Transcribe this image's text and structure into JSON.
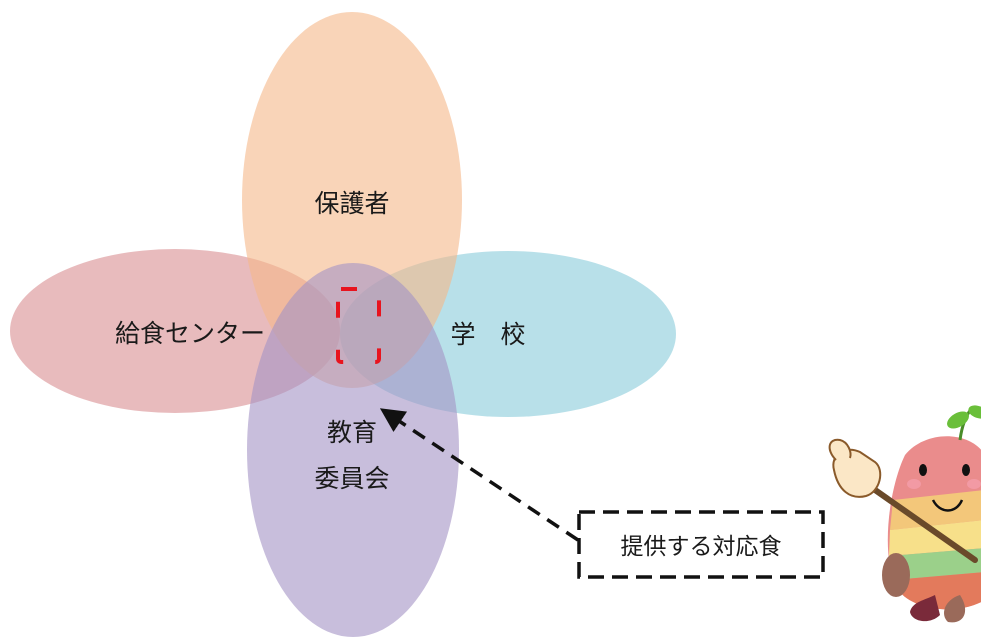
{
  "diagram": {
    "circles": {
      "top": {
        "label": "保護者",
        "color": "#f5b888"
      },
      "left": {
        "label": "給食センター",
        "color": "#d98e91"
      },
      "right": {
        "label": "学　校",
        "color": "#89ccdb"
      },
      "bottom": {
        "label_line1": "教育",
        "label_line2": "委員会",
        "color": "#a493c4"
      }
    },
    "center_marker_color": "#e8141e",
    "callout": {
      "label": "提供する対応食"
    },
    "mascot": {
      "icon": "mascot-pointing-icon"
    }
  }
}
